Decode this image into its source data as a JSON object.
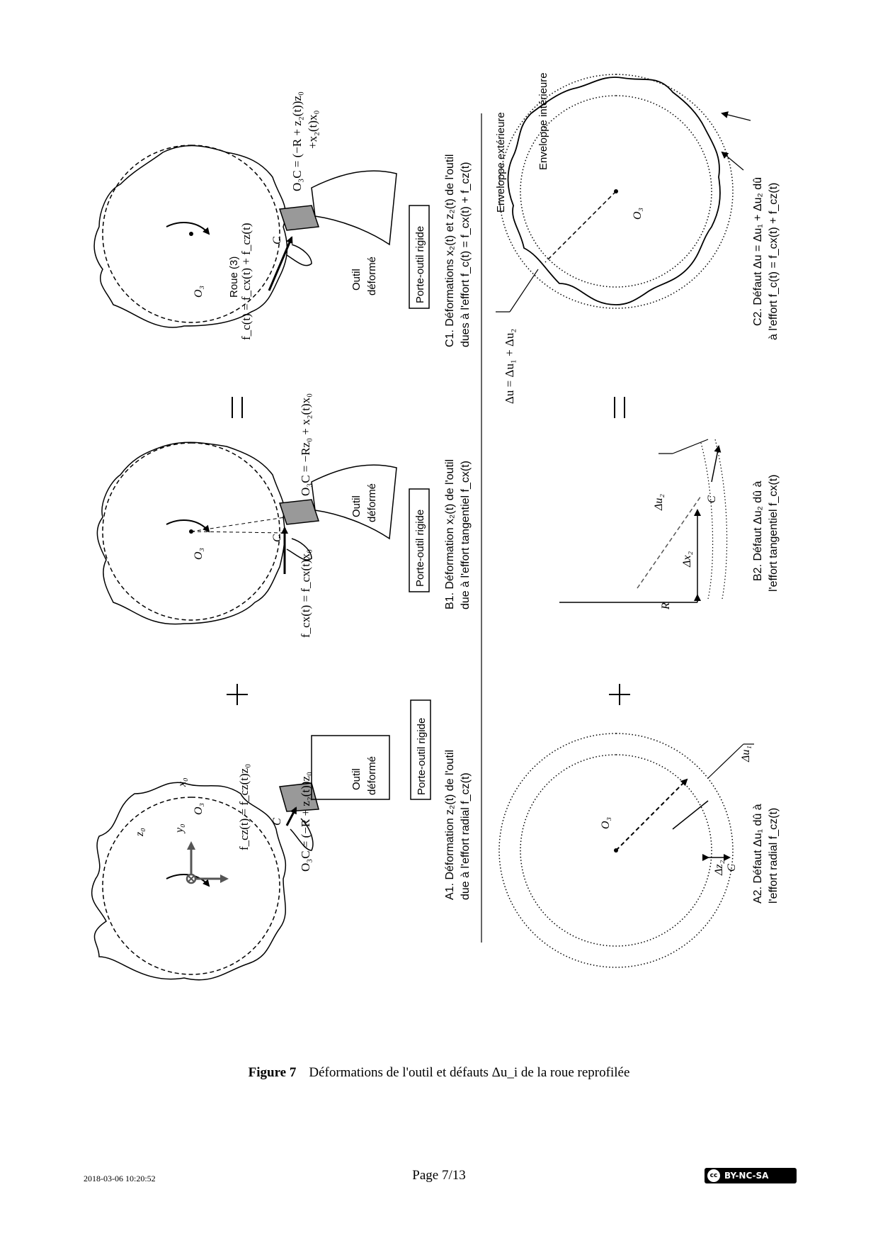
{
  "figure": {
    "A1": {
      "eq_C": "O₃C = (−R + z₂(t))z₀",
      "force": "f_cz(t) = f_cz(t)z₀",
      "label_C": "C",
      "label_O3": "O₃",
      "axis_z0": "z₀",
      "axis_x0": "x₀",
      "axis_y0": "y₀",
      "tool": [
        "Outil",
        "déformé"
      ],
      "holder": "Porte-outil rigide",
      "caption": [
        "A1. Déformation z₂(t) de l'outil",
        "due à l'effort radial f_cz(t)"
      ]
    },
    "B1": {
      "eq_C": "O₃C = −Rz₀ + x₂(t)x₀",
      "force": "f_cx(t) = f_cx(t)x₀",
      "label_C": "C",
      "label_O3": "O₃",
      "tool": [
        "Outil",
        "déformé"
      ],
      "holder": "Porte-outil rigide",
      "caption": [
        "B1. Déformation x₂(t) de l'outil",
        "due à l'effort tangentiel f_cx(t)"
      ]
    },
    "C1": {
      "eq_C": [
        "O₃C = (−R + z₂(t))z₀",
        "+x₂(t)x₀"
      ],
      "force": "f_c(t) = f_cx(t) + f_cz(t)",
      "wheel": "Roue (3)",
      "label_C": "C",
      "label_O3": "O₃",
      "tool": [
        "Outil",
        "déformé"
      ],
      "holder": "Porte-outil rigide",
      "caption": [
        "C1. Déformations x₂(t) et z₂(t) de l'outil",
        "dues à l'effort f_c(t) = f_cx(t) + f_cz(t)"
      ]
    },
    "A2": {
      "label_O3": "O₃",
      "label_C": "C",
      "dz2": "Δz₂",
      "du1": "Δu₁",
      "caption": [
        "A2. Défaut Δu₁ dû à",
        "l'effort radial f_cz(t)"
      ]
    },
    "B2": {
      "label_R": "R",
      "label_C": "C",
      "dx2": "Δx₂",
      "du2": "Δu₂",
      "caption": [
        "B2. Défaut Δu₂ dû à",
        "l'effort tangentiel f_cx(t)"
      ]
    },
    "C2": {
      "label_O3": "O₃",
      "du": "Δu = Δu₁ + Δu₂",
      "env_ext": "Enveloppe extérieure",
      "env_int": "Enveloppe intérieure",
      "caption": [
        "C2. Défaut Δu = Δu₁ + Δu₂ dû",
        "à l'effort f_c(t) = f_cx(t) + f_cz(t)"
      ]
    },
    "ops": {
      "plus": "+",
      "equals": "="
    }
  },
  "caption": {
    "number": "Figure 7",
    "text": "Déformations de l'outil et défauts Δu_i de la roue reprofilée"
  },
  "footer": {
    "date": "2018-03-06 10:20:52",
    "page": "Page 7/13",
    "license": "BY-NC-SA",
    "license_logo": "cc"
  }
}
